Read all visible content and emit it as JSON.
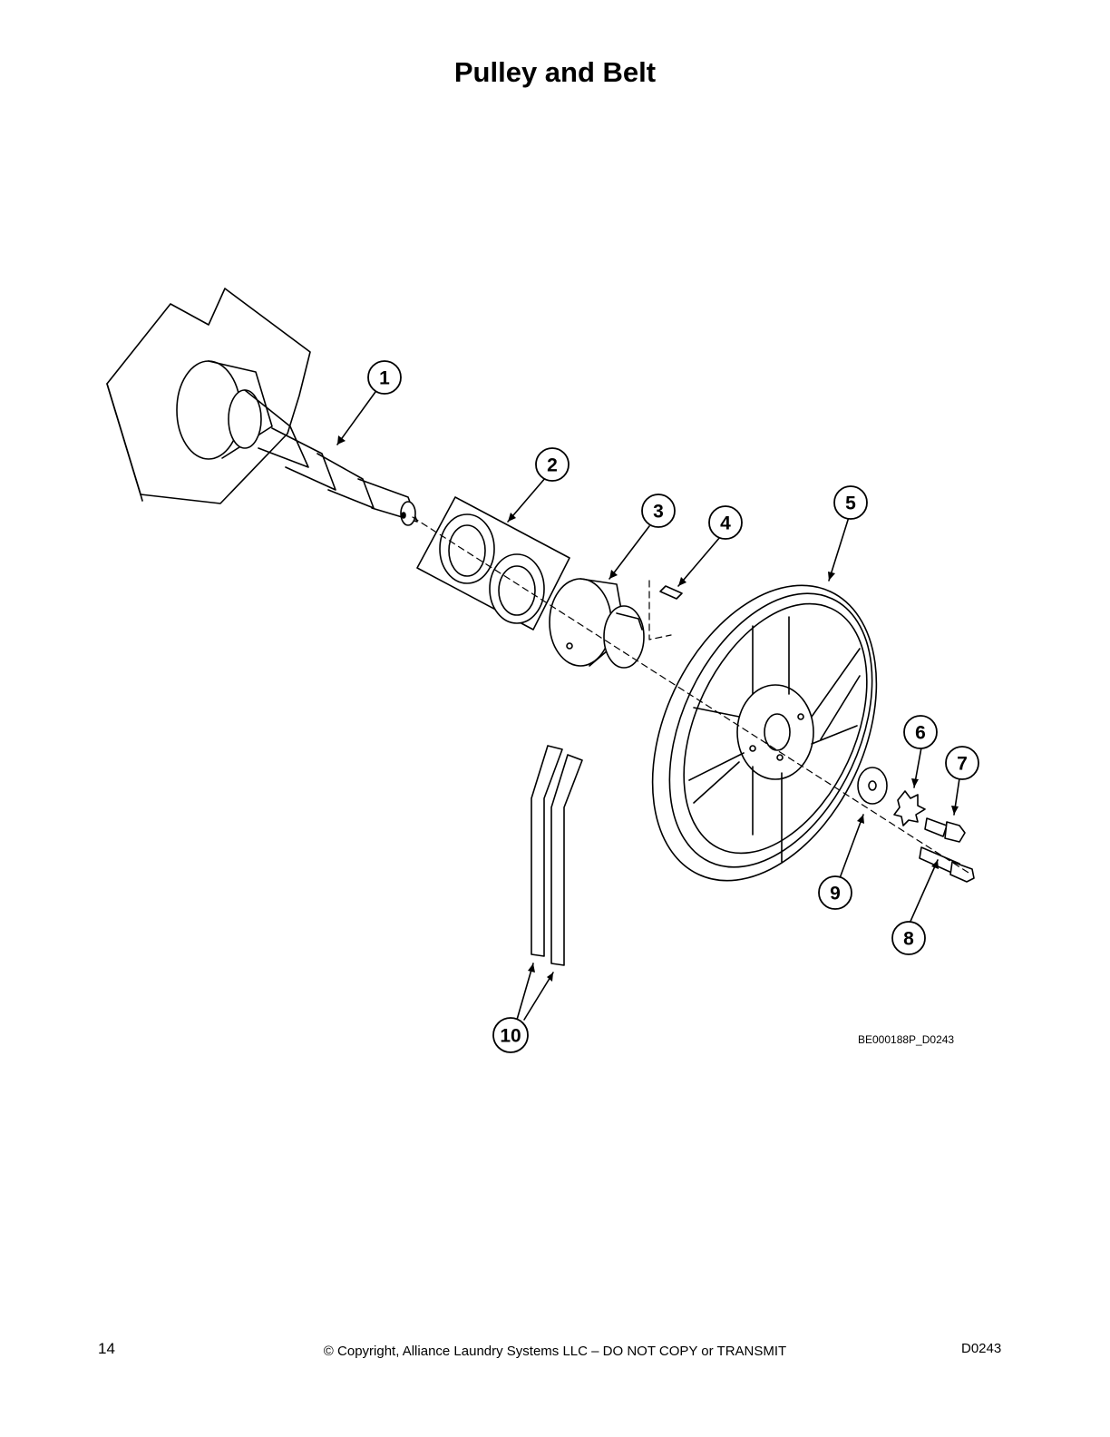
{
  "page": {
    "title": "Pulley and Belt",
    "drawing_code": "BE000188P_D0243",
    "footer": {
      "page_number": "14",
      "copyright": "© Copyright, Alliance Laundry Systems LLC – DO NOT COPY or TRANSMIT",
      "doc_code": "D0243"
    }
  },
  "callouts": [
    "1",
    "2",
    "3",
    "4",
    "5",
    "6",
    "7",
    "8",
    "9",
    "10"
  ]
}
